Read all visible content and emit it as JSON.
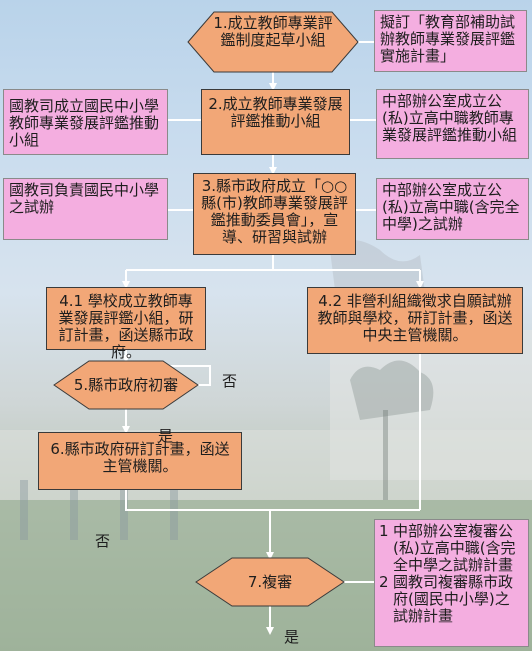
{
  "nodes": {
    "step1": "1.成立教師專業評鑑制度起草小組",
    "step2": "2.成立教師專業發展評鑑推動小組",
    "step3": "3.縣市政府成立「○○縣(市)教師專業發展評鑑推動委員會」，宣導、研習與試辦",
    "step41": "4.1 學校成立教師專業發展評鑑小組，研訂計畫，函送縣市政府。",
    "step42": "4.2 非營利組織徵求自願試辦教師與學校，研訂計畫，函送中央主管機關。",
    "step5": "5.縣市政府初審",
    "step6": "6.縣市政府研訂計畫，函送主管機關。",
    "step7": "7.複審"
  },
  "side_notes": {
    "note1_right": "擬訂「教育部補助試辦教師專業發展評鑑實施計畫」",
    "note2_left": "國教司成立國民中小學教師專業發展評鑑推動小組",
    "note2_right": "中部辦公室成立公(私)立高中職教師專業發展評鑑推動小組",
    "note3_left": "國教司負責國民中小學之試辦",
    "note3_right": "中部辦公室成立公(私)立高中職(含完全中學)之試辦",
    "note7_right": [
      {
        "num": "1",
        "text": "中部辦公室複審公(私)立高中職(含完全中學之試辦計畫"
      },
      {
        "num": "2",
        "text": "國教司複審縣市政府(國民中小學)之試辦計畫"
      }
    ]
  },
  "edge_labels": {
    "no_step5": "否",
    "yes_step5": "是",
    "no_step7": "否",
    "yes_step7": "是"
  },
  "colors": {
    "pink_box": "#f4aee0",
    "salmon_box": "#f2a777",
    "connector": "#ffffff"
  }
}
